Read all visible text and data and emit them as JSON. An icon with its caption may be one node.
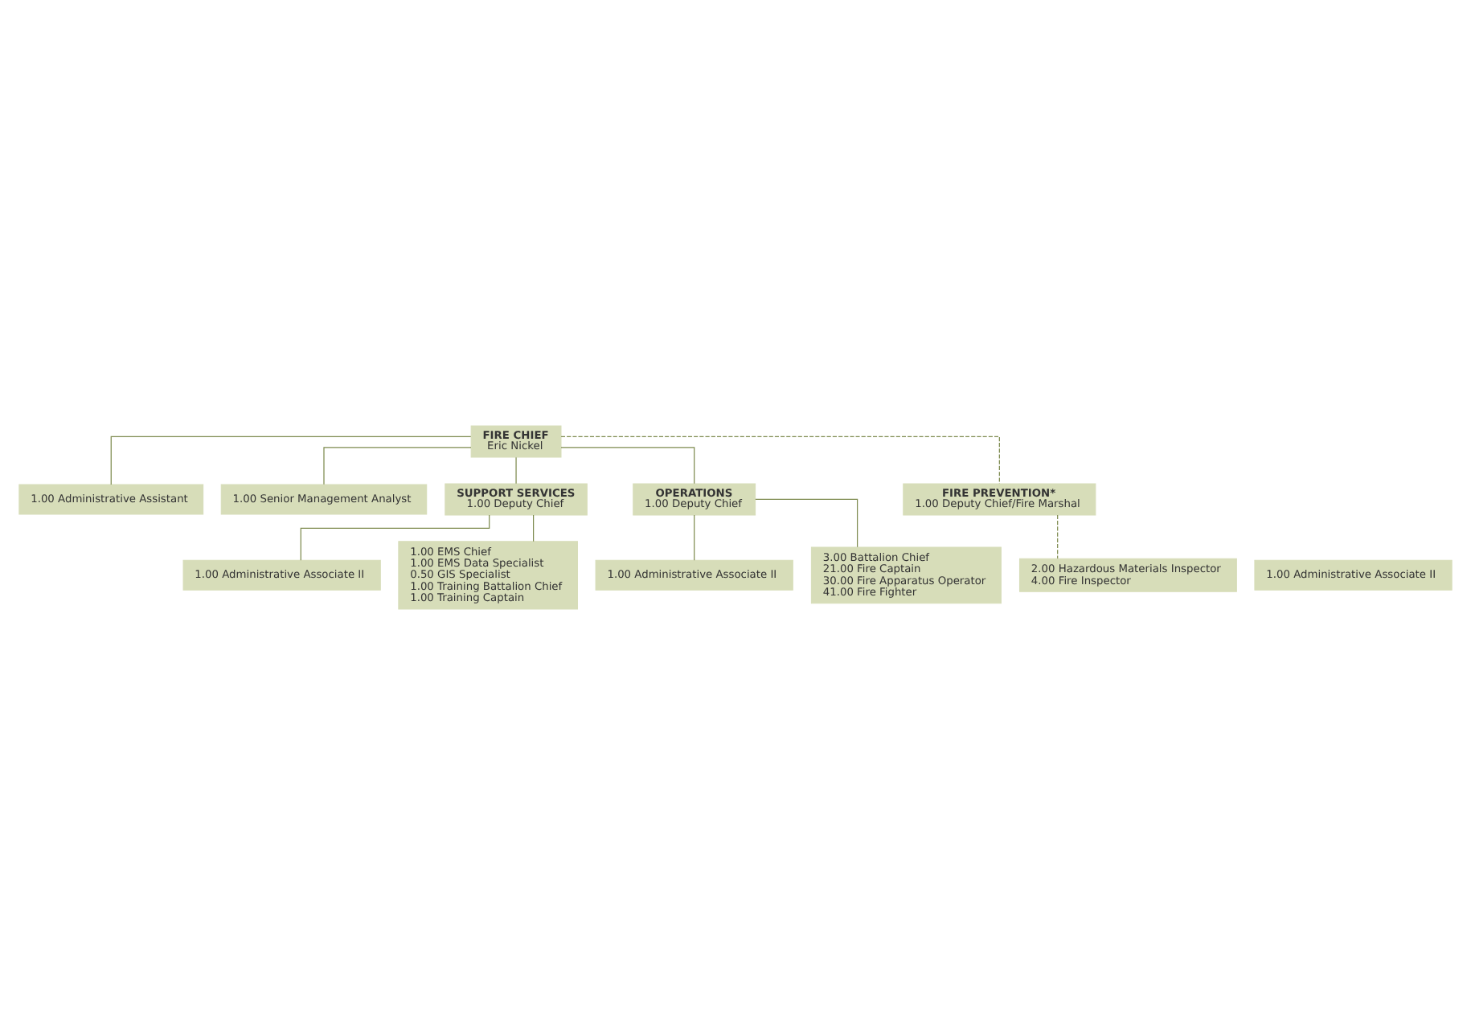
{
  "diagram": {
    "nodes": [
      {
        "text": [
          "FIRE CHIEF",
          "Eric Nickel"
        ]
      },
      {
        "text": [
          "1.00 Administrative Assistant"
        ]
      },
      {
        "text": [
          "1.00 Senior Management Analyst"
        ]
      },
      {
        "text": [
          "SUPPORT SERVICES",
          "1.00 Deputy Chief"
        ]
      },
      {
        "text": [
          "OPERATIONS",
          "1.00 Deputy Chief"
        ]
      },
      {
        "text": [
          "FIRE PREVENTION*",
          "1.00 Deputy Chief/Fire Marshal"
        ]
      },
      {
        "text": [
          "1.00 Administrative Associate II"
        ]
      },
      {
        "text": [
          "1.00 Administrative Associate II"
        ]
      },
      {
        "text": [
          "1.00 Administrative Associate II"
        ]
      },
      {
        "text": [
          "1.00 EMS Chief",
          "1.00 EMS Data Specialist",
          "0.50 GIS Specialist",
          "1.00 Training Battalion Chief",
          "1.00 Training Captain"
        ]
      },
      {
        "text": [
          "3.00 Battalion Chief",
          "21.00 Fire Captain",
          "30.00 Fire Apparatus Operator",
          "41.00 Fire Fighter"
        ]
      },
      {
        "text": [
          "2.00 Hazardous Materials Inspector",
          "4.00 Fire Inspector"
        ]
      }
    ],
    "edges": [
      {
        "from": 0,
        "to": 1,
        "arrow": "none"
      },
      {
        "from": 0,
        "to": 2,
        "arrow": "none"
      },
      {
        "from": 0,
        "to": 3,
        "arrow": "none"
      },
      {
        "from": 0,
        "to": 4,
        "arrow": "none"
      },
      {
        "from": 0,
        "to": 5,
        "arrow": "none",
        "style": "dashed"
      },
      {
        "from": 3,
        "to": 6,
        "arrow": "none"
      },
      {
        "from": 3,
        "to": 9,
        "arrow": "none"
      },
      {
        "from": 4,
        "to": 7,
        "arrow": "none"
      },
      {
        "from": 4,
        "to": 10,
        "arrow": "none"
      },
      {
        "from": 5,
        "to": 11,
        "arrow": "none",
        "style": "dashed"
      }
    ]
  }
}
